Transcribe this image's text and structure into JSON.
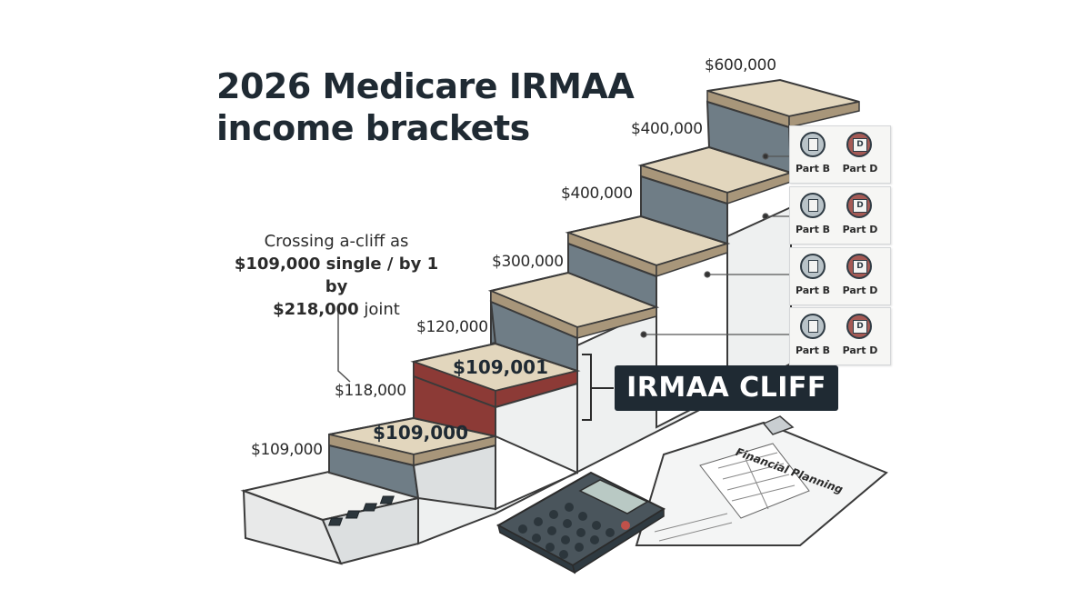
{
  "title": "2026 Medicare IRMAA income brackets",
  "note": {
    "line1": "Crossing a-cliff as",
    "line2": "$109,000 single / by 1 by",
    "line3_bold": "$218,000",
    "line3_rest": " joint"
  },
  "cliff_label": "IRMAA CLIFF",
  "step_labels": {
    "step1": "$109,000",
    "step2": "$109,001"
  },
  "tick_labels": [
    "$109,000",
    "$118,000",
    "$120,000",
    "$300,000",
    "$400,000",
    "$400,000",
    "$600,000"
  ],
  "part_cards": [
    {
      "part_b": "Part B",
      "part_d": "Part D"
    },
    {
      "part_b": "Part B",
      "part_d": "Part D"
    },
    {
      "part_b": "Part B",
      "part_d": "Part D"
    },
    {
      "part_b": "Part B",
      "part_d": "Part D"
    }
  ],
  "clipboard_label": "Financial Planning",
  "colors": {
    "riser": "#7a8891",
    "riser_dark": "#5d6a72",
    "tread": "#e2d6bd",
    "tread_edge": "#a8967a",
    "cliff_red": "#8c3a36",
    "wall": "#eef0f0",
    "label_bg": "#1f2a33"
  }
}
